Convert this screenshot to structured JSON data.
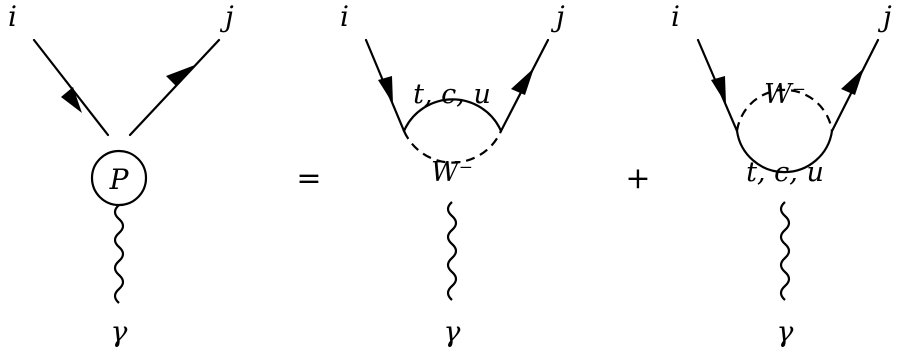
{
  "diagram": {
    "lhs": {
      "label_in": "i",
      "label_out": "j",
      "vertex_label": "P",
      "photon_label": "γ"
    },
    "equals_sign": "=",
    "term1": {
      "label_in": "i",
      "label_out": "j",
      "quark_loop_label": "t, c, u",
      "boson_label": "W⁻",
      "photon_label": "γ"
    },
    "plus_sign": "+",
    "term2": {
      "label_in": "i",
      "label_out": "j",
      "boson_label": "W⁻",
      "quark_loop_label": "t, c, u",
      "photon_label": "γ"
    },
    "colors": {
      "ink": "#000000",
      "background": "#ffffff"
    }
  }
}
